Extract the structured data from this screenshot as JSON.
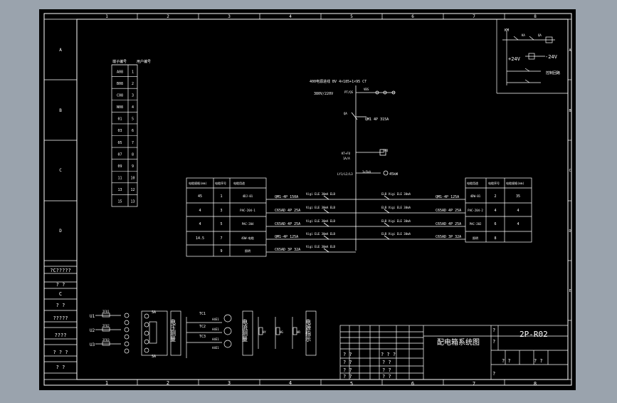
{
  "border": {
    "top_numbers": [
      "1",
      "2",
      "3",
      "4",
      "5",
      "6",
      "7",
      "8"
    ],
    "bottom_numbers": [
      "1",
      "2",
      "3",
      "4",
      "5",
      "6",
      "7",
      "8"
    ],
    "left_letters": [
      "A",
      "B",
      "C",
      "D"
    ],
    "right_letters": [
      "A",
      "B",
      "C",
      "D",
      "E"
    ]
  },
  "left_cells": [
    "?C?????",
    "?  ?",
    "C",
    "?  ?",
    "?????",
    "????",
    "?  ?  ?",
    "?   ?"
  ],
  "terminal_table": {
    "headers": [
      "端子编号",
      "用户编号"
    ],
    "rows": [
      [
        "A08",
        "1"
      ],
      [
        "B08",
        "2"
      ],
      [
        "C08",
        "3"
      ],
      [
        "N08",
        "4"
      ],
      [
        "01",
        "5"
      ],
      [
        "03",
        "6"
      ],
      [
        "05",
        "7"
      ],
      [
        "07",
        "8"
      ],
      [
        "09",
        "9"
      ],
      [
        "11",
        "10"
      ],
      [
        "13",
        "12"
      ],
      [
        "15",
        "13"
      ]
    ]
  },
  "feeder_left": {
    "headers": [
      "电缆规格(mm)",
      "电缆序号",
      "电缆用途"
    ],
    "rows": [
      [
        "45",
        "1",
        "4DJ-01"
      ],
      [
        "4",
        "3",
        "PAC-204-1"
      ],
      [
        "4",
        "5",
        "PAC-204"
      ],
      [
        "14.5",
        "7",
        "4DW-电缆"
      ],
      [
        "",
        "9",
        "照明"
      ]
    ]
  },
  "feeder_right": {
    "headers": [
      "电缆用途",
      "电缆序号",
      "电缆规格(mm)"
    ],
    "rows": [
      [
        "4DW-01",
        "2",
        "35"
      ],
      [
        "PAC-204-2",
        "4",
        "4"
      ],
      [
        "PAC-202",
        "6",
        "4"
      ],
      [
        "照明",
        "8",
        ""
      ]
    ]
  },
  "busbar": {
    "title": "400电源进线 BV 4×185+1×95 CT",
    "voltage": "380V/220V",
    "inlet_tag": "PT/QS",
    "indicator_tag": "VBS",
    "main_breaker_tag": "QA",
    "main_breaker": "QM1 4P 315A",
    "spd_tag": "KT+FU",
    "spd_sub": "1A/A",
    "spd_right": "SPD",
    "meter_tag": "LY1/L2/L3",
    "meter_sub": "3×5kA",
    "meter_right": "45kW"
  },
  "left_breakers": [
    "QM1-4P 150A",
    "C65AD 4P 25A",
    "C65AD 4P 25A",
    "QM1-4P 125A",
    "C65AD 3P 32A"
  ],
  "left_elcb": [
    "Vigi ELE 30mA ELB",
    "Vigi ELE 30mA ELB",
    "Vigi ELE 30mA ELB",
    "Vigi ELE 30mA ELB",
    "Vigi ELE 30mA ELB"
  ],
  "right_elcb": [
    "ELB Vigi ELE 30mA",
    "ELB Vigi ELE 30mA",
    "ELB Vigi ELE 30mA",
    "ELB Vigi ELE 30mA"
  ],
  "right_breakers": [
    "QM1-4P 125A",
    "C65AD 4P 25A",
    "C65AD 4P 25A",
    "C65AD 3P 32A"
  ],
  "control_box": {
    "tags": [
      "KM",
      "KA",
      "QA"
    ],
    "plus": "+24V",
    "minus": "-24V",
    "label": "控制回路"
  },
  "bottom_left": {
    "u_labels": [
      "U1",
      "U2",
      "U3"
    ],
    "fu_labels": [
      "2FU1",
      "2FU2",
      "2FU3"
    ],
    "sa_top": "SA",
    "sa_bottom": "SA",
    "section1": "电压测量",
    "tc_labels": [
      "TC1",
      "TC2",
      "TC3"
    ],
    "ct_labels": [
      "A4E1",
      "A4E1",
      "A4E1",
      "A4E1"
    ],
    "section2": "电流测量",
    "lamp_labels": [
      "HY",
      "HG",
      "HR"
    ],
    "section3": "电源指示"
  },
  "title_block": {
    "drawing_title": "配电箱系统图",
    "drawing_no": "2P-R02",
    "q": "?",
    "qq": "? ?",
    "qqq": "? ? ?"
  }
}
